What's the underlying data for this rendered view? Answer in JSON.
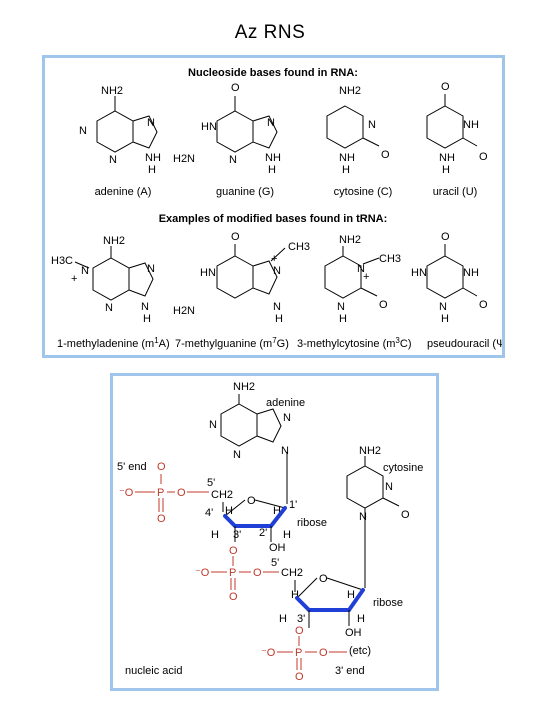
{
  "title": "Az RNS",
  "panel1": {
    "header_nucleosides": "Nucleoside bases found in RNA:",
    "header_modified": "Examples of modified bases found in tRNA:",
    "captions": {
      "adenine": "adenine (A)",
      "guanine": "guanine (G)",
      "cytosine": "cytosine (C)",
      "uracil": "uracil (U)",
      "m1a": "1-methyladenine (m",
      "m1a_sup": "1",
      "m1a_end": "A)",
      "m7g": "7-methylguanine (m",
      "m7g_sup": "7",
      "m7g_end": "G)",
      "m3c": "3-methylcytosine (m",
      "m3c_sup": "3",
      "m3c_end": "C)",
      "psi": "pseudouracil (Ψ)"
    },
    "atoms": {
      "n": "N",
      "nh": "NH",
      "h": "H",
      "o": "O",
      "hn": "HN",
      "nh2": "NH2",
      "h2n": "H2N",
      "ch3": "CH3",
      "h3c": "H3C",
      "plus": "+"
    }
  },
  "panel2": {
    "adenine": "adenine",
    "cytosine": "cytosine",
    "ribose": "ribose",
    "five_end": "5' end",
    "three_end": "3' end",
    "etc": "(etc)",
    "nucleic_acid": "nucleic acid",
    "p": "P",
    "o": "O",
    "minus_o": "⁻O",
    "ch2": "CH2",
    "oh": "OH",
    "h": "H",
    "n": "N",
    "nh2": "NH2",
    "five_prime": "5'",
    "four_prime": "4'",
    "three_prime": "3'",
    "two_prime": "2'",
    "one_prime": "1'"
  }
}
